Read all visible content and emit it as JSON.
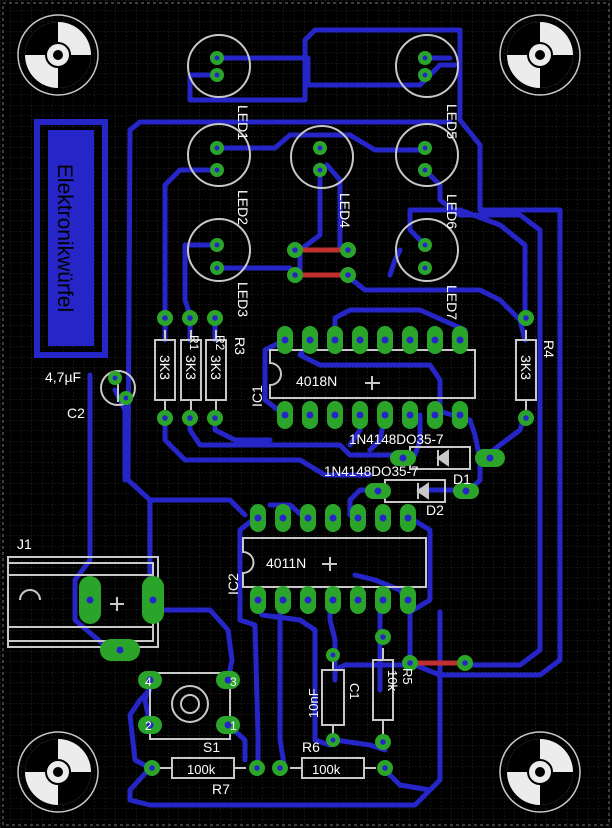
{
  "colors": {
    "background": "#000000",
    "grid": "#3a3a3a",
    "trace": "#2626c8",
    "pad": "#2aa52a",
    "silk": "#c8c8c8",
    "label": "#ffffff",
    "via_red": "#c03030"
  },
  "components": {
    "led1": "LED1",
    "led2": "LED2",
    "led3": "LED3",
    "led4": "LED4",
    "led5": "LED5",
    "led6": "LED6",
    "led7": "LED7",
    "r1": "R1",
    "r2": "R2",
    "r3": "R3",
    "r4": "R4",
    "r5": "R5",
    "r6": "R6",
    "r7": "R7",
    "r1_val": "3K3",
    "r2_val": "3K3",
    "r3_val": "3K3",
    "r4_val": "3K3",
    "r5_val": "10k",
    "r6_val": "100k",
    "r7_val": "100k",
    "ic1": "IC1",
    "ic1_part": "4018N",
    "ic2": "IC2",
    "ic2_part": "4011N",
    "d1": "D1",
    "d1_part": "1N4148DO35-7",
    "d2": "D2",
    "d2_part": "1N4148DO35-7",
    "c1": "C1",
    "c1_val": "10nF",
    "c2": "C2",
    "c2_val": "4,7µF",
    "j1": "J1",
    "s1": "S1",
    "s1_pin1": "1",
    "s1_pin2": "2",
    "s1_pin3": "3",
    "s1_pin4": "4"
  },
  "logo_text": "Elektronikwürfel"
}
